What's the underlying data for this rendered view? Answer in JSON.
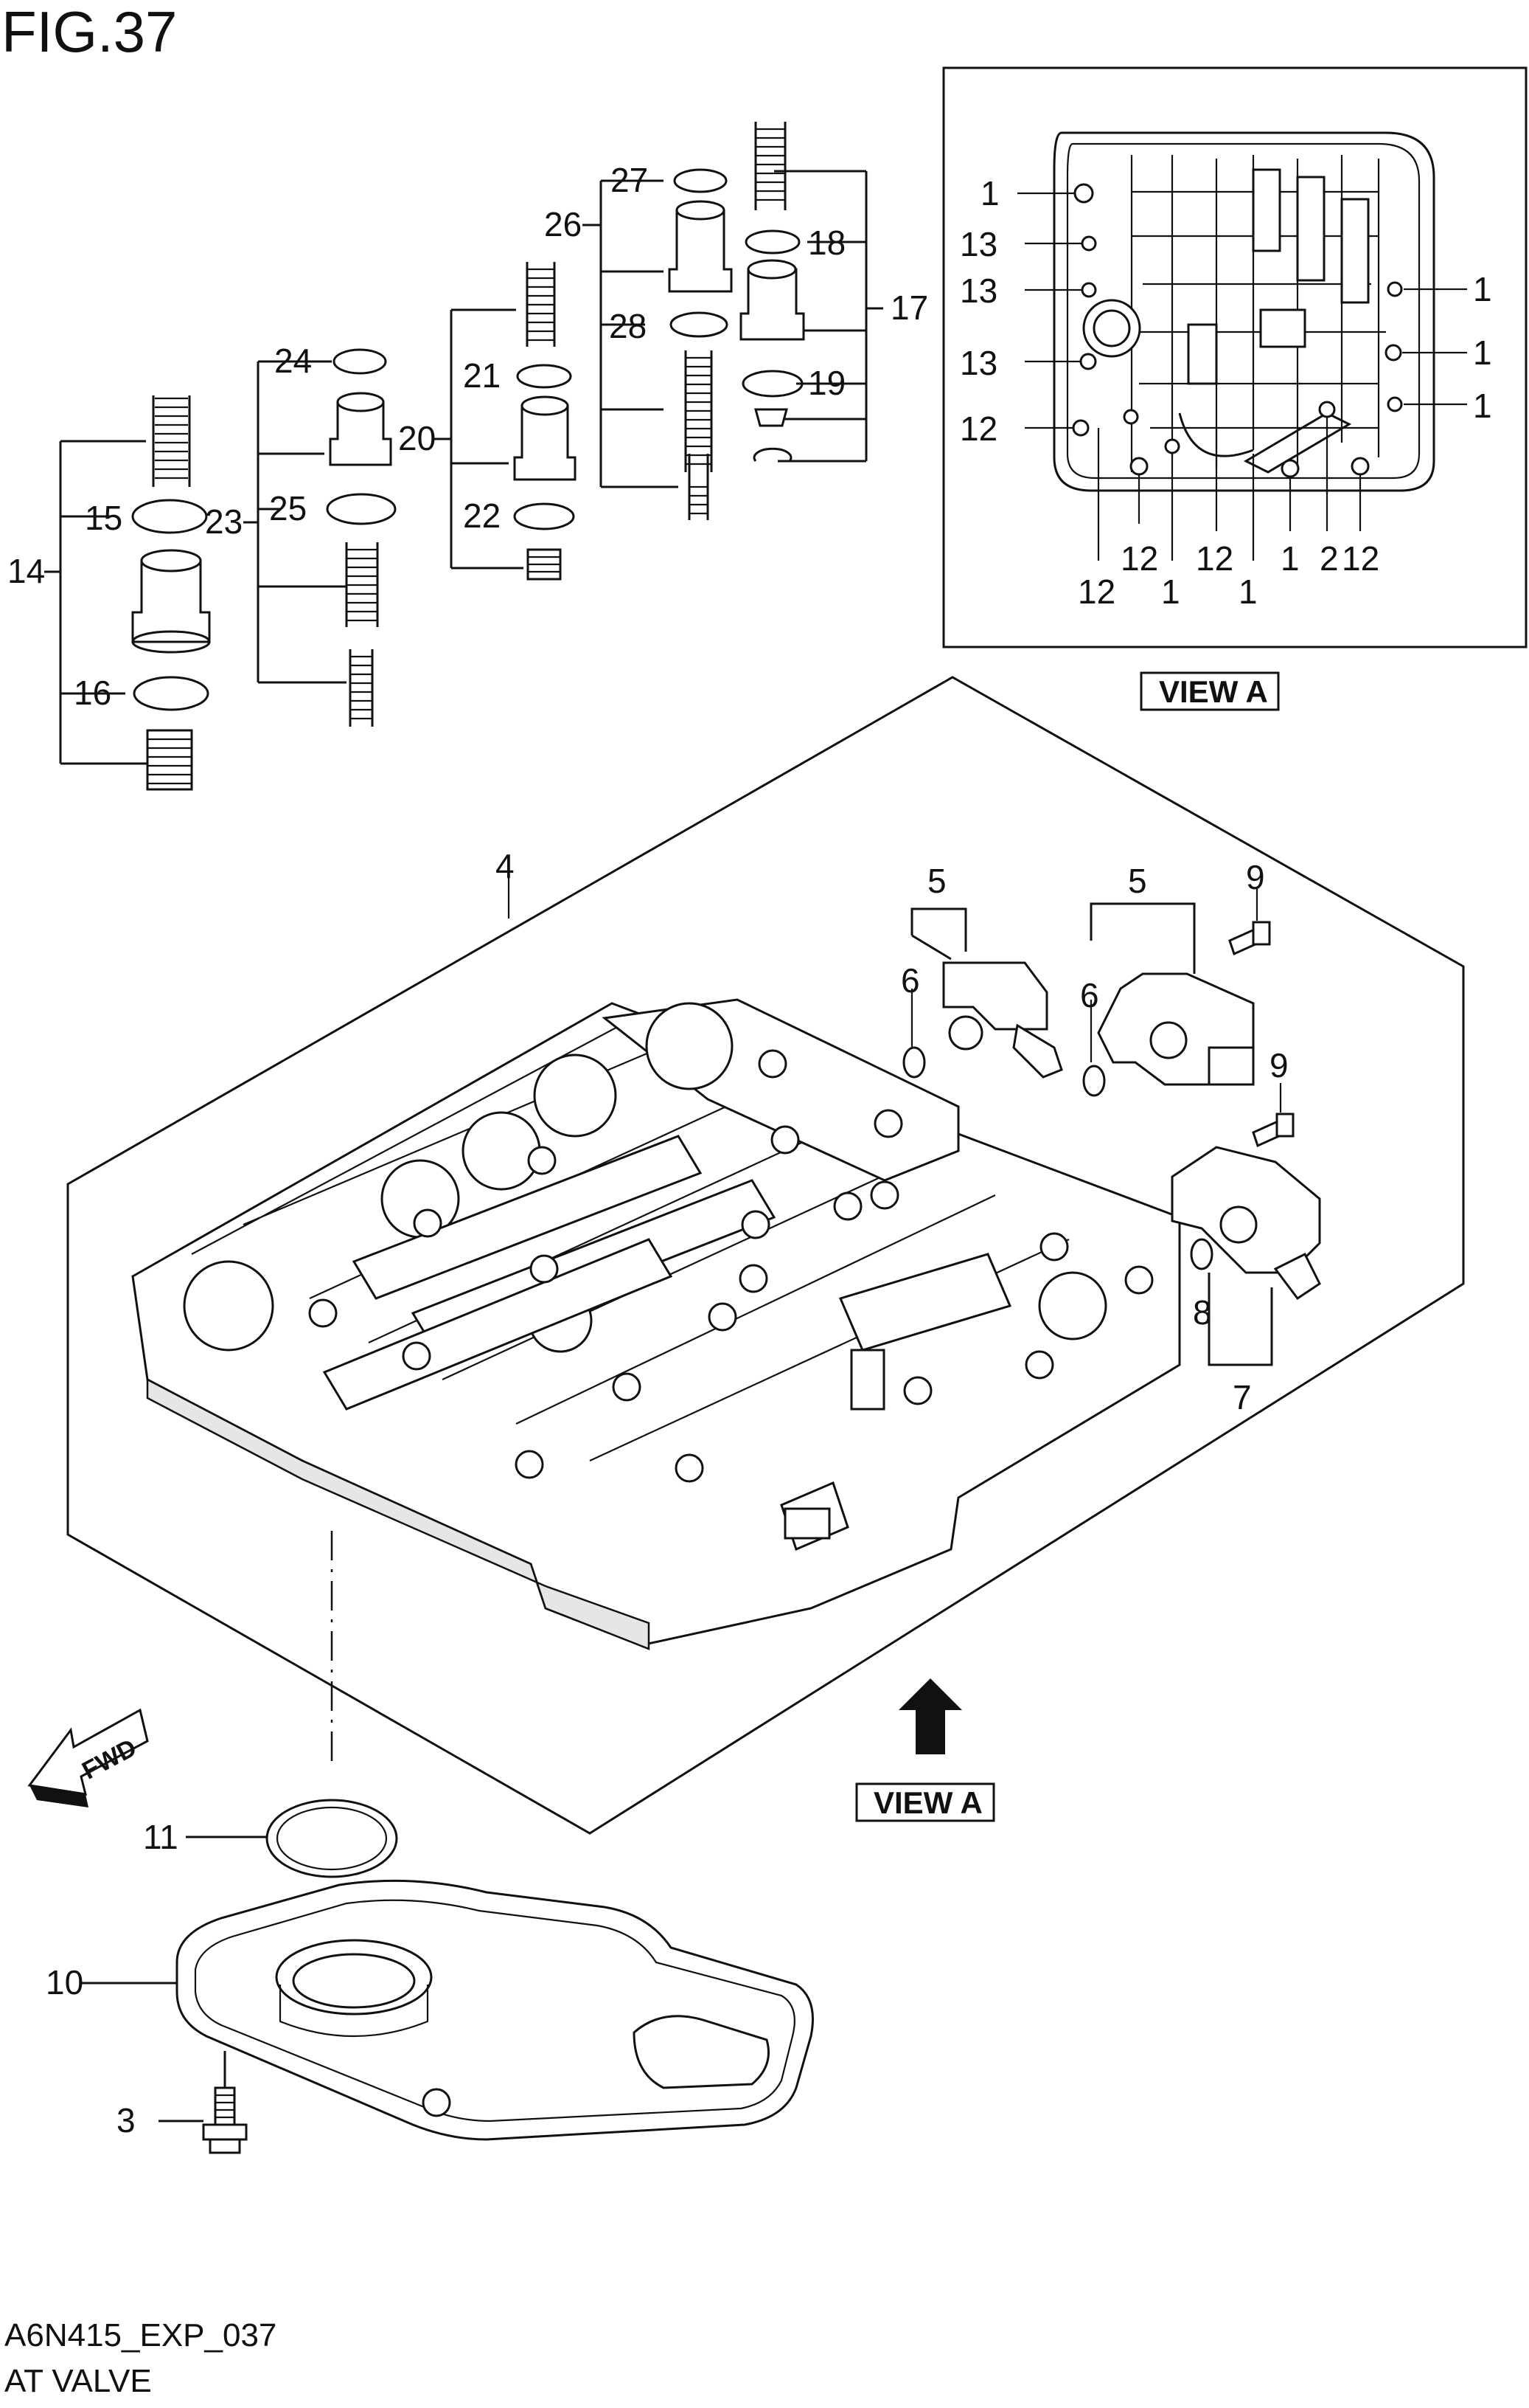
{
  "figure": {
    "title": "FIG.37"
  },
  "footer": {
    "code": "A6N415_EXP_037",
    "name": "AT VALVE"
  },
  "view": {
    "label": "VIEW A"
  },
  "callouts": {
    "c1": "1",
    "c2": "2",
    "c3": "3",
    "c4": "4",
    "c5": "5",
    "c6": "6",
    "c7": "7",
    "c8": "8",
    "c9": "9",
    "c10": "10",
    "c11": "11",
    "c12": "12",
    "c13": "13",
    "c14": "14",
    "c15": "15",
    "c16": "16",
    "c17": "17",
    "c18": "18",
    "c19": "19",
    "c20": "20",
    "c21": "21",
    "c22": "22",
    "c23": "23",
    "c24": "24",
    "c25": "25",
    "c26": "26",
    "c27": "27",
    "c28": "28"
  },
  "colors": {
    "ink": "#111111",
    "paper": "#ffffff",
    "fill_shade": "#e6e6e6"
  },
  "icons": {
    "fwd_arrow": "fwd-arrow-icon",
    "view_arrow": "up-arrow-icon"
  }
}
